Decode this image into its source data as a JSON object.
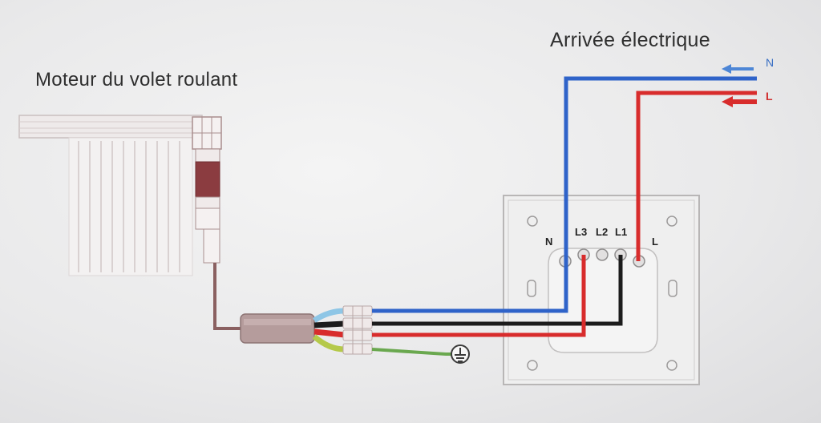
{
  "labels": {
    "motor": "Moteur du volet roulant",
    "supply": "Arrivée électrique"
  },
  "supply_terminals": {
    "neutral": "N",
    "line": "L"
  },
  "switch_terminals": {
    "neutral": "N",
    "l3": "L3",
    "l2": "L2",
    "l1": "L1",
    "line": "L"
  },
  "colors": {
    "neutral_wire": "#2f63c9",
    "line_wire": "#d82c2c",
    "black_wire": "#1c1c1c",
    "earth_wire": "#6aa84f",
    "motor_cable": "#8a6060",
    "background_text": "#cfcfd2"
  },
  "icons": {
    "earth": "ground-symbol-icon"
  }
}
